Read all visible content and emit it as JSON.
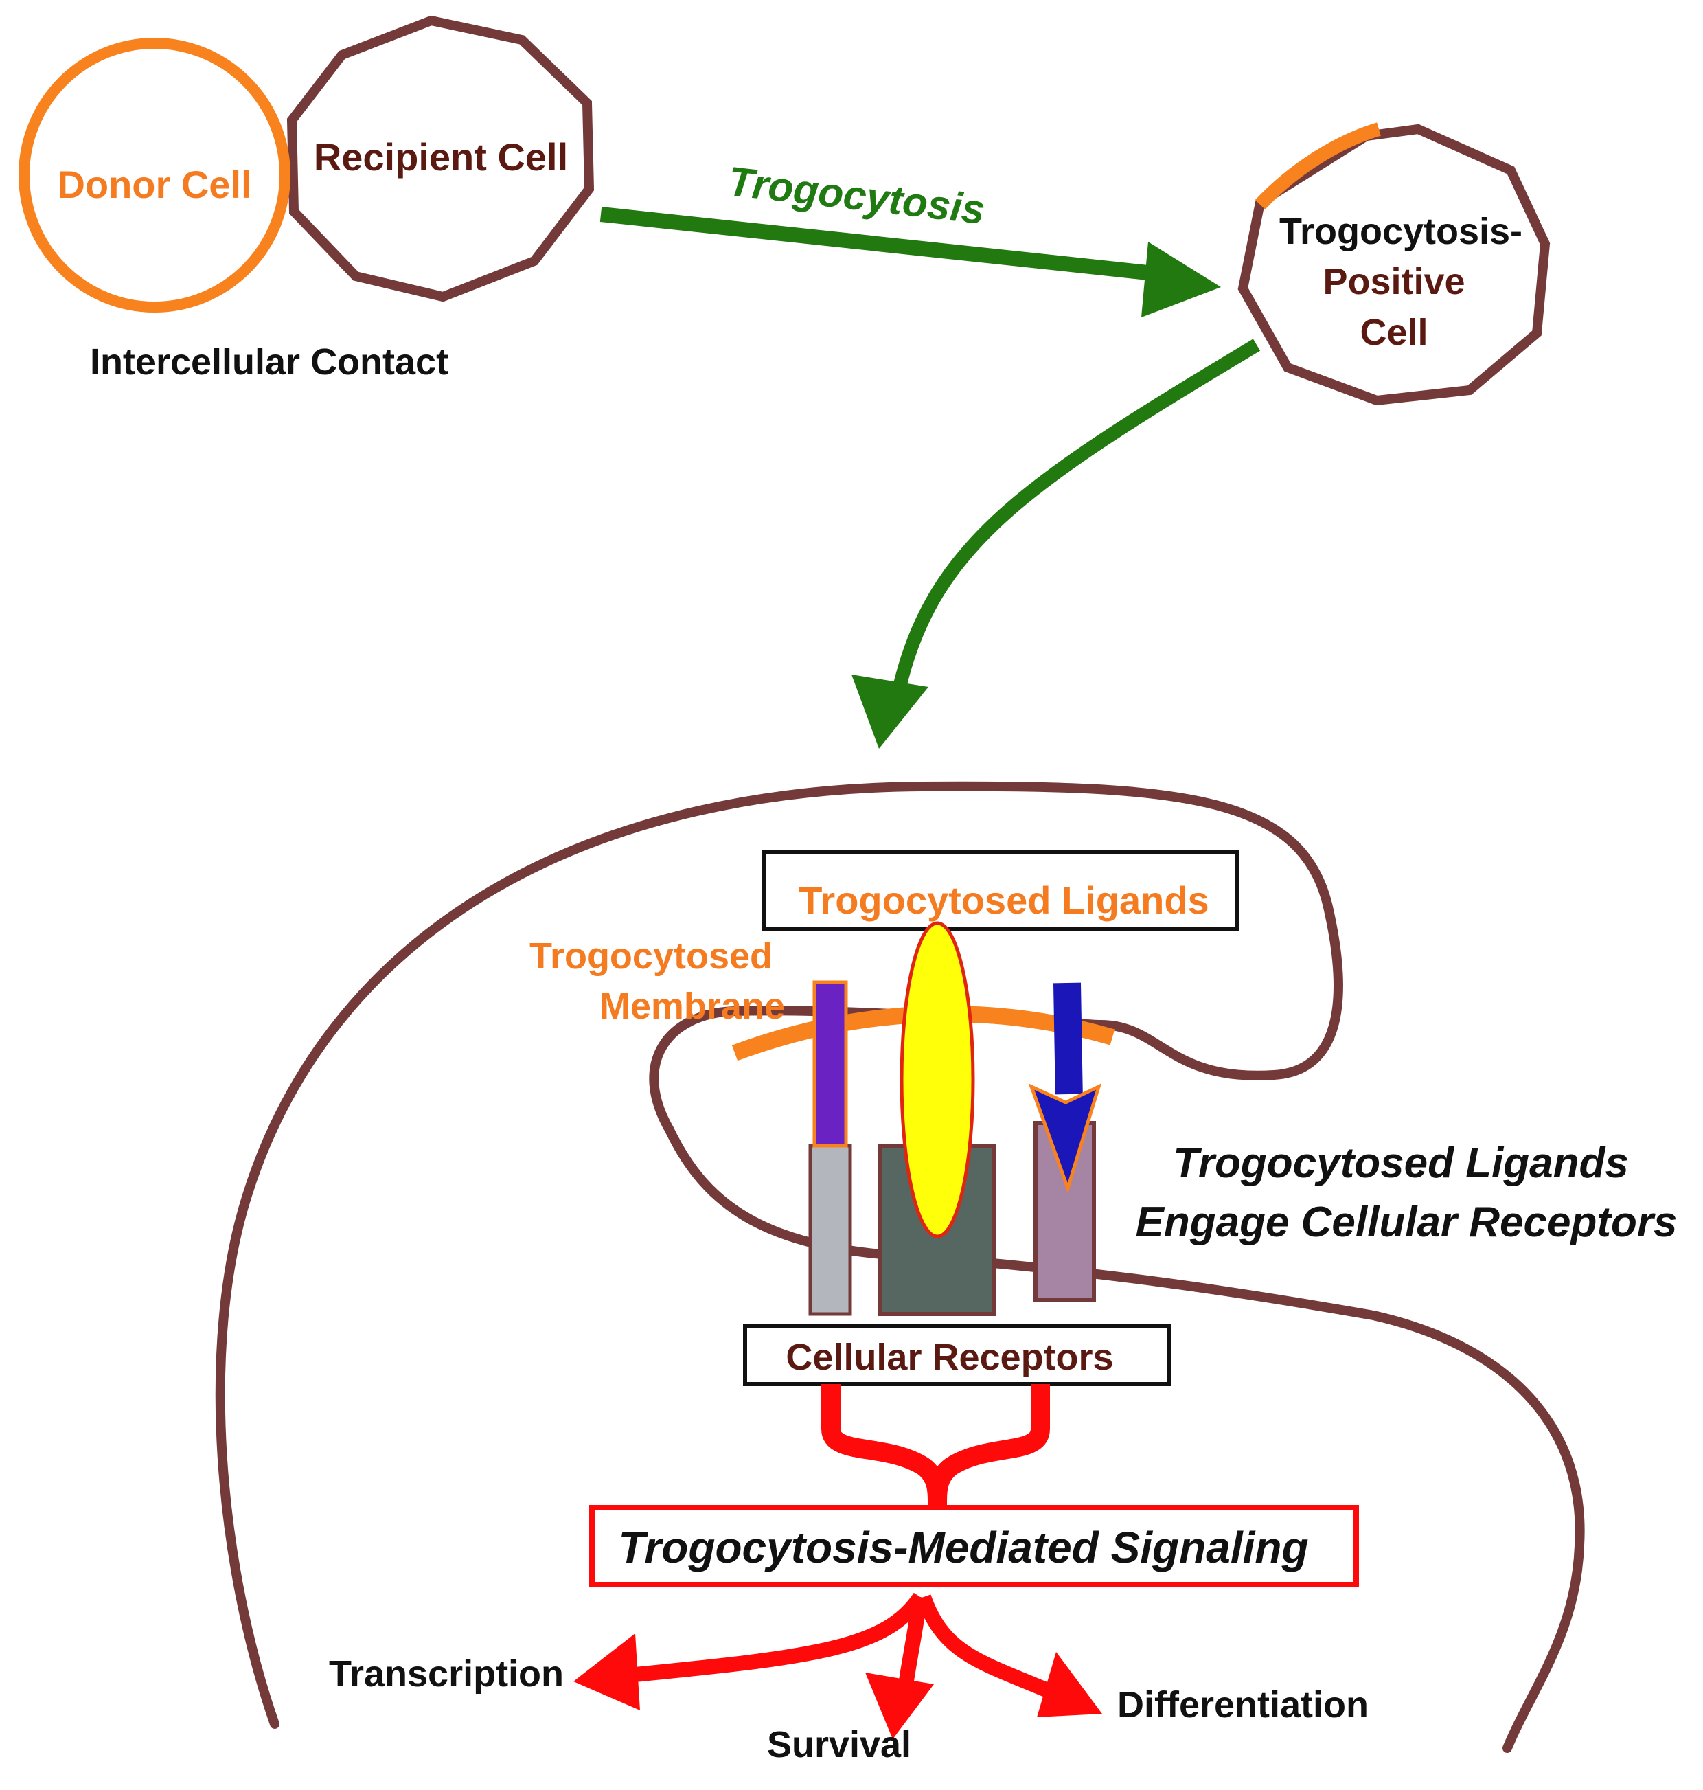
{
  "colors": {
    "cell_outline": "#743a3a",
    "donor": "#f7821e",
    "green_arrow": "#22790f",
    "red": "#ff0a0a",
    "yellow_ligand": "#ffff0a",
    "purple_bar": "#6a22c2",
    "blue_arrow": "#1a16b8",
    "grey_receptor": "#b4b6be",
    "dark_receptor": "#566660",
    "mauve_receptor": "#a584a4"
  },
  "labels": {
    "donor_cell": "Donor Cell",
    "recipient_cell": "Recipient Cell",
    "intercellular_contact": "Intercellular Contact",
    "trogocytosis": "Trogocytosis",
    "positive_cell_line1": "Trogocytosis-",
    "positive_cell_line2": "Positive",
    "positive_cell_line3": "Cell",
    "trogocytosed_ligands_box": "Trogocytosed Ligands",
    "trogocytosed_membrane_line1": "Trogocytosed",
    "trogocytosed_membrane_line2": "Membrane",
    "engage_line1": "Trogocytosed Ligands",
    "engage_line2": "Engage Cellular Receptors",
    "cellular_receptors_box": "Cellular Receptors",
    "signaling_box": "Trogocytosis-Mediated Signaling",
    "outcome_transcription": "Transcription",
    "outcome_survival": "Survival",
    "outcome_differentiation": "Differentiation"
  }
}
